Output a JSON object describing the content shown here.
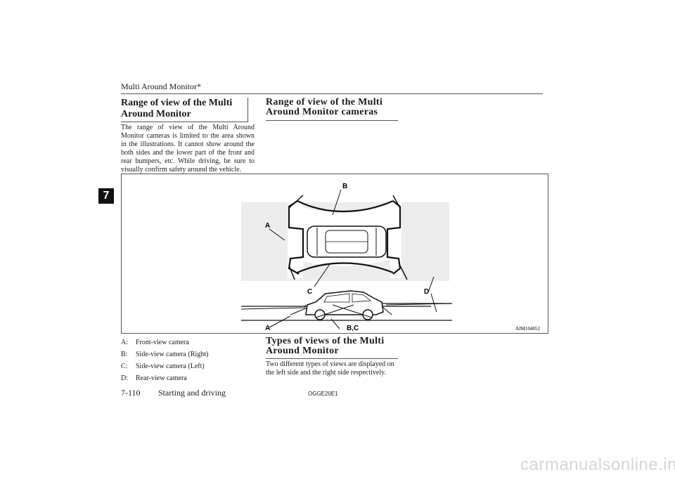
{
  "header": {
    "running_title": "Multi Around Monitor*"
  },
  "chapter_tab": "7",
  "section_left": {
    "title": "Range of view of the Multi Around Monitor",
    "body": "The range of view of the Multi Around Monitor cameras is limited to the area shown in the illustrations. It cannot show around the both sides and the lower part of the front and rear bumpers, etc. While driving, be sure to visually confirm safety around the vehicle."
  },
  "section_right": {
    "title": "Range of view of the Multi Around Monitor cameras"
  },
  "figure": {
    "labels": {
      "a": "A",
      "b": "B",
      "c": "C",
      "d": "D",
      "bc": "B,C"
    },
    "figure_id": "AJM104052"
  },
  "legend": [
    {
      "key": "A:",
      "text": "Front-view camera"
    },
    {
      "key": "B:",
      "text": "Side-view camera (Right)"
    },
    {
      "key": "C:",
      "text": "Side-view camera (Left)"
    },
    {
      "key": "D:",
      "text": "Rear-view camera"
    }
  ],
  "section_types": {
    "title": "Types of views of the Multi Around Monitor",
    "body": "Two different types of views are displayed on the left side and the right side respectively."
  },
  "footer": {
    "page_number": "7-110",
    "section_name": "Starting and driving",
    "doc_code": "OGGE20E1"
  },
  "watermark": "carmanualsonline.info"
}
